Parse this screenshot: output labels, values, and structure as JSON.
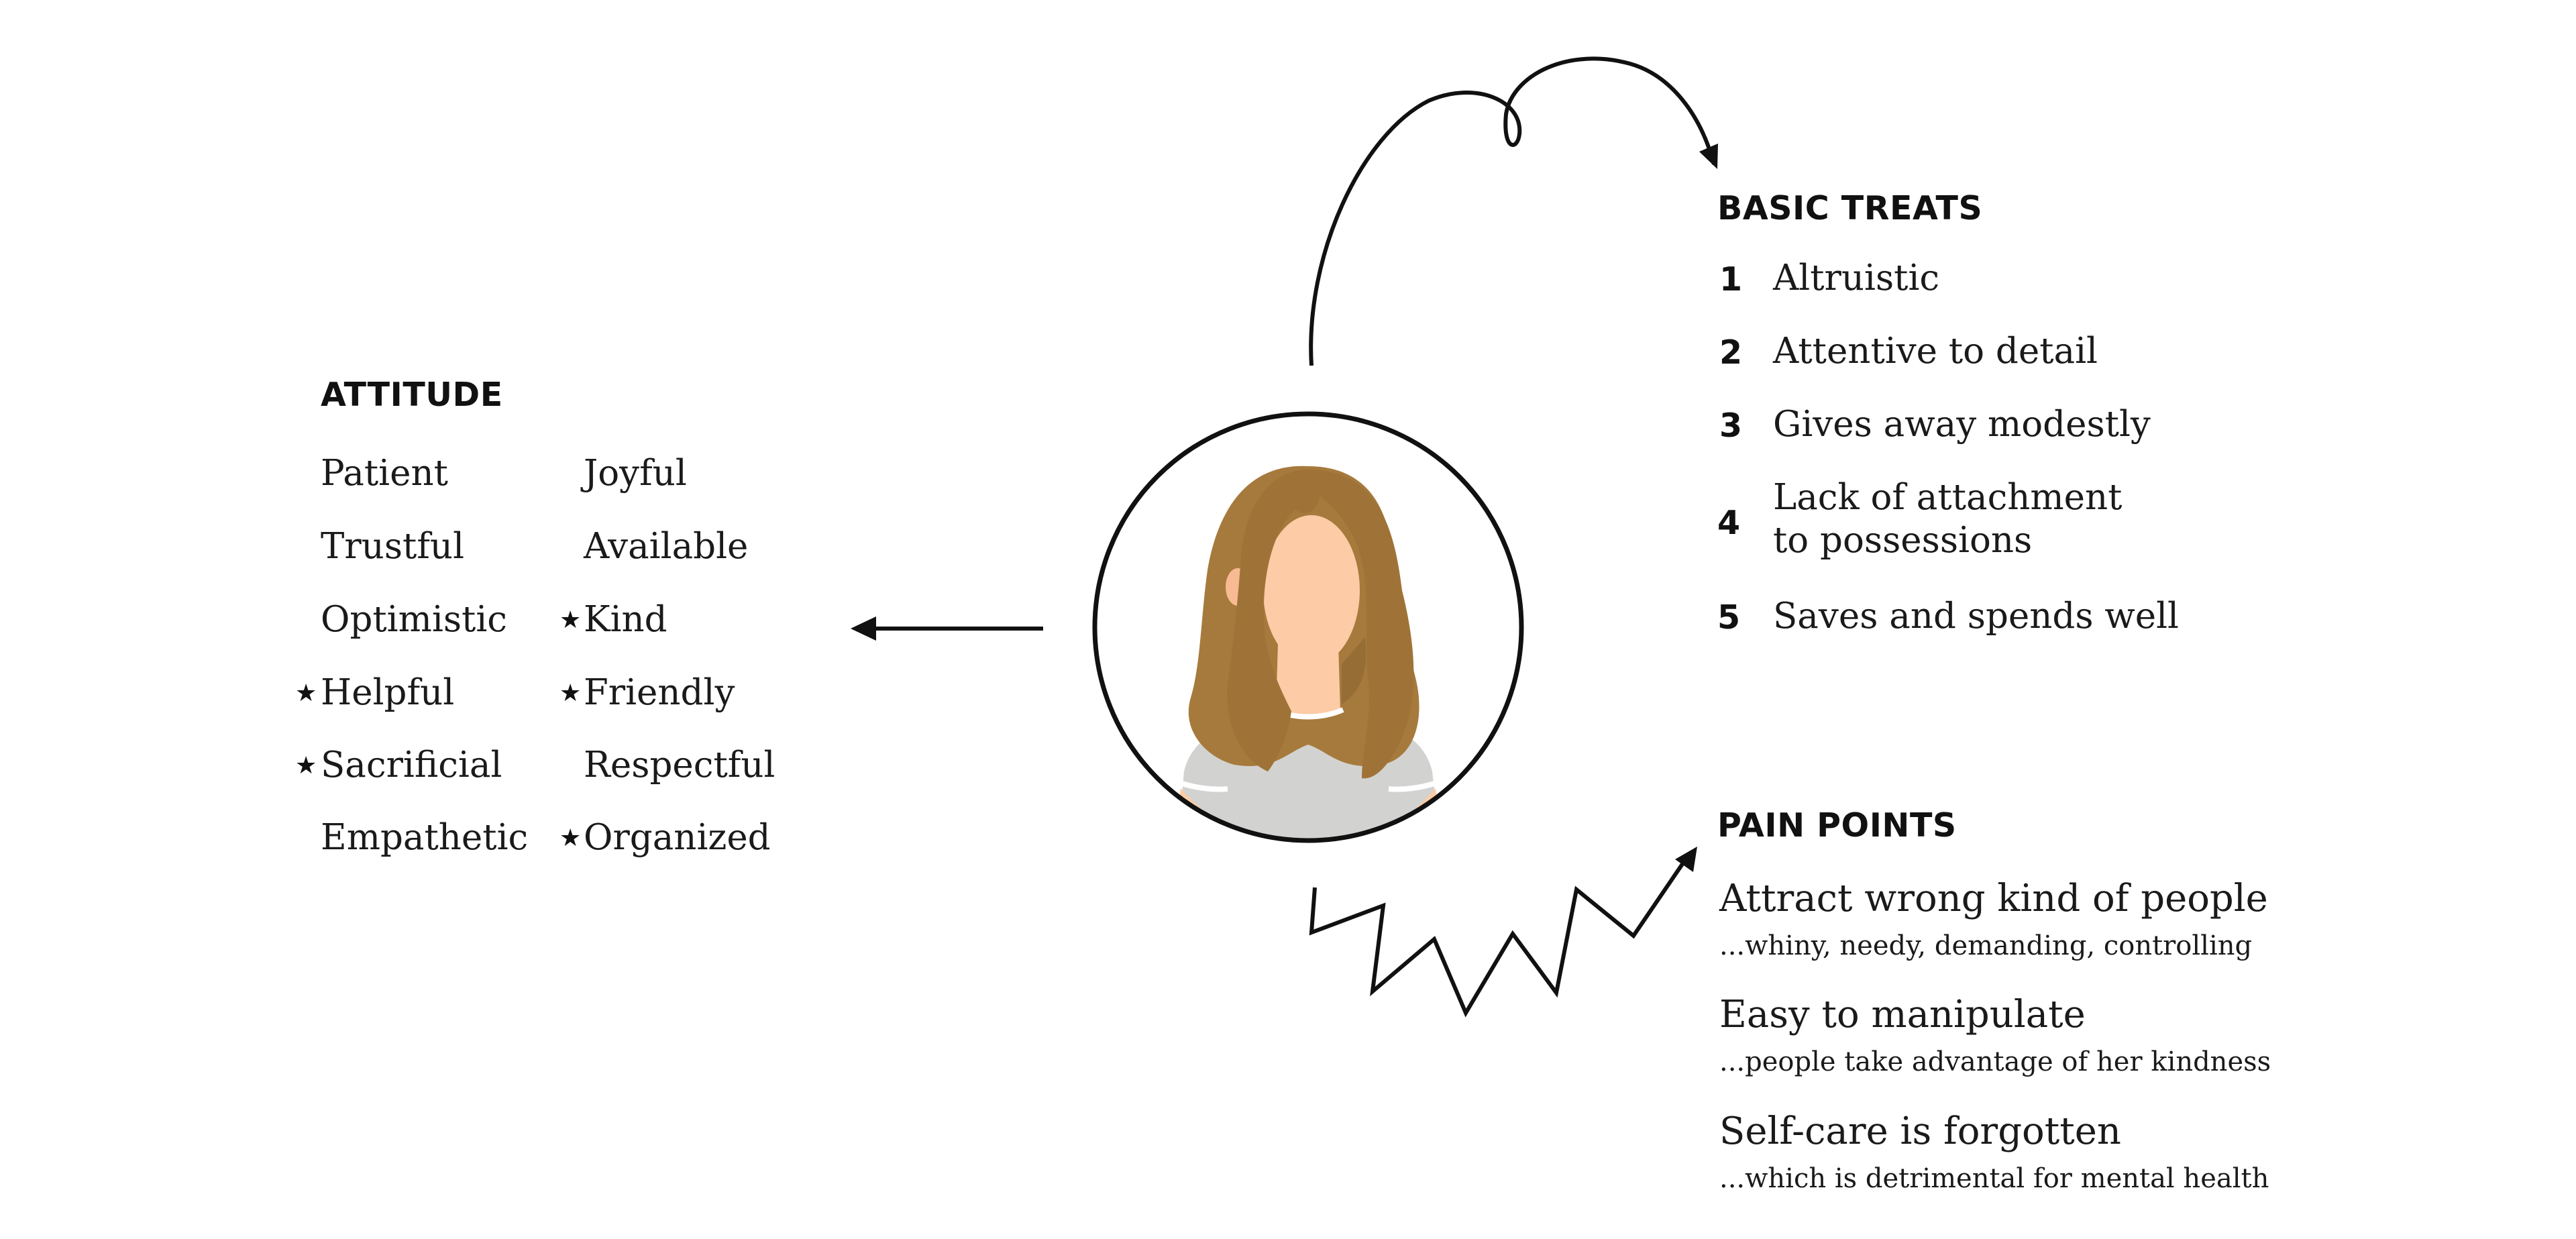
{
  "attitude": {
    "heading": "ATTITUDE",
    "left_column": [
      {
        "label": "Patient",
        "starred": false
      },
      {
        "label": "Trustful",
        "starred": false
      },
      {
        "label": "Optimistic",
        "starred": false
      },
      {
        "label": "Helpful",
        "starred": true
      },
      {
        "label": "Sacrificial",
        "starred": true
      },
      {
        "label": "Empathetic",
        "starred": false
      }
    ],
    "right_column": [
      {
        "label": "Joyful",
        "starred": false
      },
      {
        "label": "Available",
        "starred": false
      },
      {
        "label": "Kind",
        "starred": true
      },
      {
        "label": "Friendly",
        "starred": true
      },
      {
        "label": "Respectful",
        "starred": false
      },
      {
        "label": "Organized",
        "starred": true
      }
    ],
    "star_glyph": "★"
  },
  "basic_traits": {
    "heading": "BASIC TREATS",
    "items": [
      {
        "number": "1",
        "text": "Altruistic"
      },
      {
        "number": "2",
        "text": "Attentive to detail"
      },
      {
        "number": "3",
        "text": "Gives away modestly"
      },
      {
        "number": "4",
        "text": "Lack of attachment\nto possessions"
      },
      {
        "number": "5",
        "text": "Saves and spends well"
      }
    ]
  },
  "pain_points": {
    "heading": "PAIN POINTS",
    "items": [
      {
        "title": "Attract wrong kind of people",
        "detail": "...whiny, needy, demanding, controlling"
      },
      {
        "title": "Easy to manipulate",
        "detail": "...people take advantage of her kindness"
      },
      {
        "title": "Self-care is forgotten",
        "detail": "...which is detrimental for mental health"
      }
    ]
  },
  "colors": {
    "hair": "#A67A3C",
    "skin": "#FDCBA6",
    "shirt": "#D2D2D0",
    "line": "#111111"
  },
  "icons": [
    "avatar-woman",
    "arrow-left",
    "loop-arrow",
    "zigzag-arrow",
    "star-icon"
  ]
}
